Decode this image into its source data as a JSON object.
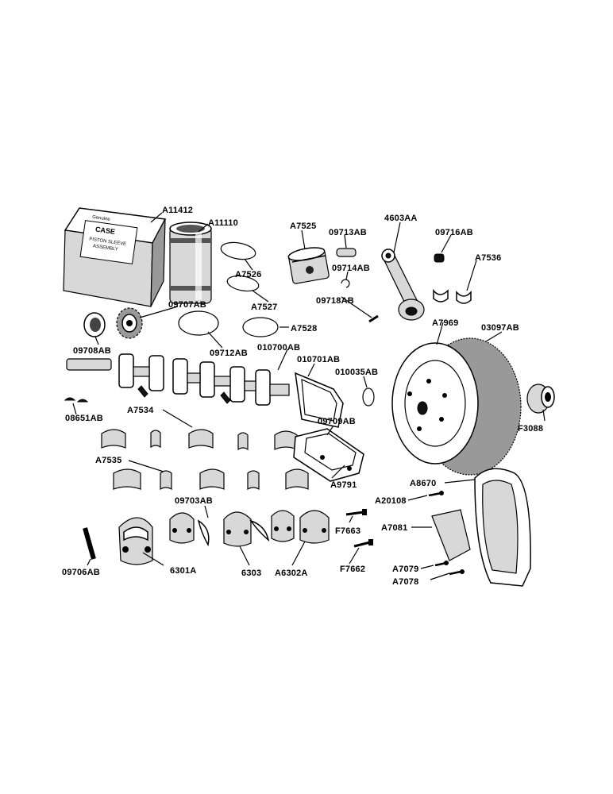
{
  "box": {
    "line1": "Genuine",
    "line2": "CASE",
    "line3": "PISTON SLEEVE",
    "line4": "ASSEMBLY"
  },
  "labels": {
    "A11412": "A11412",
    "A11110": "A11110",
    "A7525": "A7525",
    "09713AB": "09713AB",
    "4603AA": "4603AA",
    "09716AB": "09716AB",
    "A7536": "A7536",
    "A7526": "A7526",
    "09714AB": "09714AB",
    "09718AB": "09718AB",
    "A7527": "A7527",
    "09707AB": "09707AB",
    "A7528": "A7528",
    "A7969": "A7969",
    "03097AB": "03097AB",
    "09708AB": "09708AB",
    "09712AB": "09712AB",
    "010700AB": "010700AB",
    "010701AB": "010701AB",
    "010035AB": "010035AB",
    "08651AB": "08651AB",
    "A7534": "A7534",
    "09709AB": "09709AB",
    "F3088": "F3088",
    "A7535": "A7535",
    "A9791": "A9791",
    "A8670": "A8670",
    "A20108": "A20108",
    "09703AB": "09703AB",
    "F7663": "F7663",
    "A7081": "A7081",
    "09706AB": "09706AB",
    "6301A": "6301A",
    "6303": "6303",
    "A6302A": "A6302A",
    "F7662": "F7662",
    "A7079": "A7079",
    "A7078": "A7078"
  }
}
